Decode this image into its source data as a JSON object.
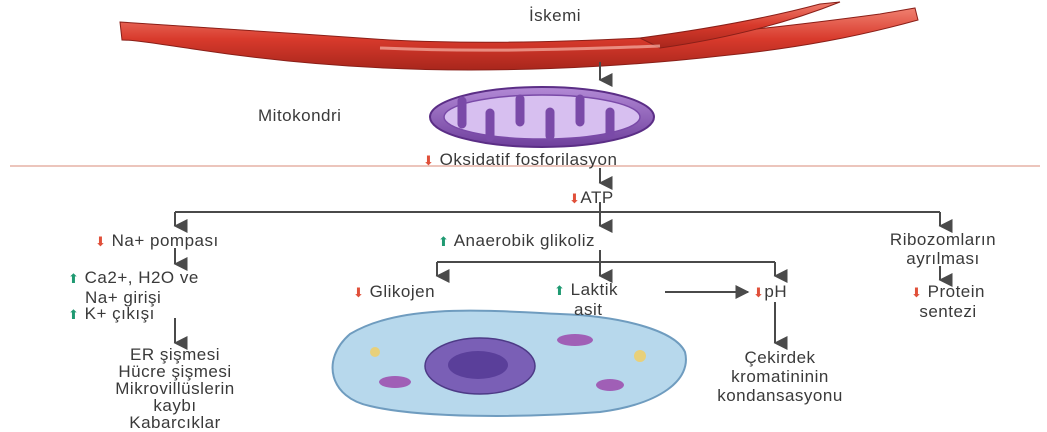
{
  "colors": {
    "down_arrow": "#e0503a",
    "up_arrow": "#1f9a72",
    "connector": "#4a4a4a",
    "divider": "#e6b2a6",
    "vessel": "#d83a2c",
    "mitochondrion": "#8c5ab8",
    "cell": "#b7d8ec"
  },
  "icons": {
    "decrease": "down-arrow-icon",
    "increase": "up-arrow-icon"
  },
  "labels": {
    "ischemia": "İskemi",
    "mitochondria": "Mitokondri",
    "oxidative_phosphorylation": "Oksidatif fosforilasyon",
    "atp": "ATP",
    "na_pump": "Na+ pompası",
    "anaerobic_glycolysis": "Anaerobik glikoliz",
    "ribosome_line1": "Ribozomların",
    "ribosome_line2": "ayrılması",
    "ca_line1": "Ca2+, H2O ve",
    "ca_line2": "Na+ girişi",
    "k_exit": "K+ çıkışı",
    "glycogen": "Glikojen",
    "lactic_line1": "Laktik",
    "lactic_line2": "asit",
    "ph": "pH",
    "protein_line1": "Protein",
    "protein_line2": "sentezi",
    "er_swelling": "ER şişmesi",
    "cell_swelling": "Hücre şişmesi",
    "microvilli_line1": "Mikrovillüslerin",
    "microvilli_line2": "kaybı",
    "blebs": "Kabarcıklar",
    "chromatin_line1": "Çekirdek",
    "chromatin_line2": "kromatininin",
    "chromatin_line3": "kondansasyonu"
  }
}
